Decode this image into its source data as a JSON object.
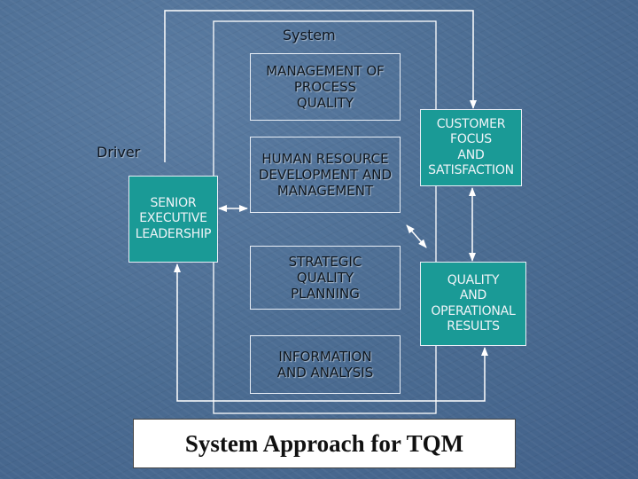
{
  "labels": {
    "system": "System",
    "driver": "Driver"
  },
  "boxes": {
    "management_process_quality": "MANAGEMENT OF\nPROCESS\nQUALITY",
    "human_resource": "HUMAN RESOURCE\nDEVELOPMENT AND\nMANAGEMENT",
    "strategic_quality_planning": "STRATEGIC\nQUALITY\nPLANNING",
    "information_analysis": "INFORMATION\nAND ANALYSIS",
    "senior_executive_leadership": "SENIOR\nEXECUTIVE\nLEADERSHIP",
    "customer_focus": "CUSTOMER\nFOCUS\nAND\nSATISFACTION",
    "quality_operational_results": "QUALITY\nAND\nOPERATIONAL\nRESULTS"
  },
  "title": "System Approach for TQM",
  "colors": {
    "background": "#4a6b91",
    "box_fill": "#1a9a96",
    "lines": "#ffffff"
  }
}
